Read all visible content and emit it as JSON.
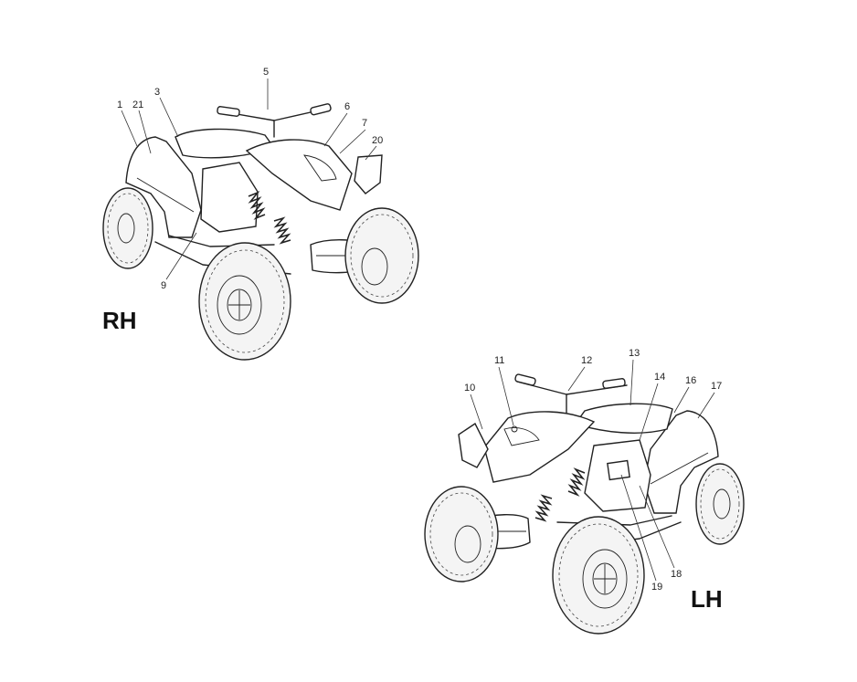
{
  "views": {
    "rh": {
      "label": "RH",
      "callouts": [
        "1",
        "21",
        "3",
        "5",
        "6",
        "7",
        "20",
        "9"
      ]
    },
    "lh": {
      "label": "LH",
      "callouts": [
        "10",
        "11",
        "12",
        "13",
        "14",
        "16",
        "17",
        "18",
        "19"
      ]
    }
  }
}
